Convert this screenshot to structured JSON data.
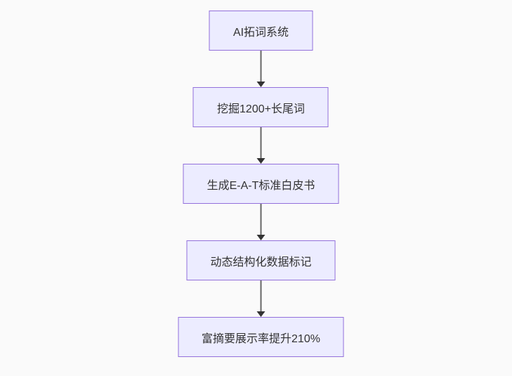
{
  "diagram": {
    "type": "flowchart",
    "direction": "top-down",
    "nodes": [
      {
        "id": "n1",
        "label": "AI拓词系统"
      },
      {
        "id": "n2",
        "label": "挖掘1200+长尾词"
      },
      {
        "id": "n3",
        "label": "生成E-A-T标准白皮书"
      },
      {
        "id": "n4",
        "label": "动态结构化数据标记"
      },
      {
        "id": "n5",
        "label": "富摘要展示率提升210%"
      }
    ],
    "edges": [
      {
        "from": "n1",
        "to": "n2"
      },
      {
        "from": "n2",
        "to": "n3"
      },
      {
        "from": "n3",
        "to": "n4"
      },
      {
        "from": "n4",
        "to": "n5"
      }
    ],
    "colors": {
      "node_fill": "#ECECFF",
      "node_border": "#9370DB",
      "edge_line": "#666666",
      "arrowhead": "#333333",
      "text": "#333333",
      "background": "#fafafa"
    }
  }
}
